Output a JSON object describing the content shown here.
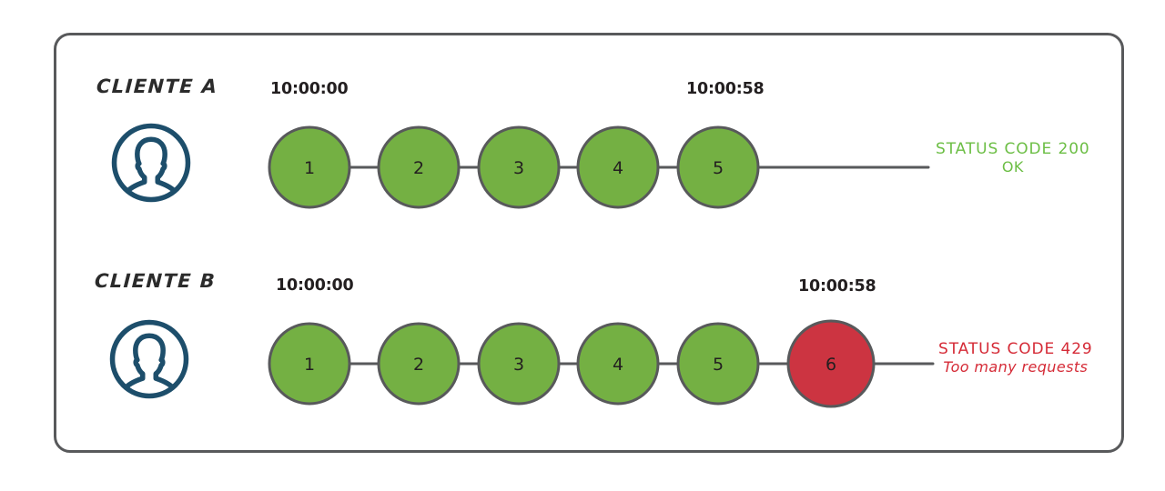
{
  "diagram": {
    "title_hidden": "Rate limiting request sequence diagram",
    "frame": {
      "border_color": "#58595b"
    },
    "palette": {
      "green": "#74b043",
      "red": "#cc3441",
      "outline": "#58595b",
      "avatar_blue": "#1d4e6b",
      "status_green": "#6cbe45",
      "status_red": "#d52b37"
    },
    "rows": [
      {
        "id": "client-a",
        "label": "CLIENTE A",
        "avatar_icon": "user-avatar-icon",
        "time_start": "10:00:00",
        "time_end": "10:00:58",
        "requests": [
          {
            "n": "1",
            "state": "ok"
          },
          {
            "n": "2",
            "state": "ok"
          },
          {
            "n": "3",
            "state": "ok"
          },
          {
            "n": "4",
            "state": "ok"
          },
          {
            "n": "5",
            "state": "ok"
          }
        ],
        "status": {
          "code": "STATUS CODE 200",
          "detail": "OK",
          "color": "#6cbe45"
        }
      },
      {
        "id": "client-b",
        "label": "CLIENTE B",
        "avatar_icon": "user-avatar-icon",
        "time_start": "10:00:00",
        "time_end": "10:00:58",
        "requests": [
          {
            "n": "1",
            "state": "ok"
          },
          {
            "n": "2",
            "state": "ok"
          },
          {
            "n": "3",
            "state": "ok"
          },
          {
            "n": "4",
            "state": "ok"
          },
          {
            "n": "5",
            "state": "ok"
          },
          {
            "n": "6",
            "state": "blocked"
          }
        ],
        "status": {
          "code": "STATUS CODE 429",
          "detail": "Too many requests",
          "color": "#d52b37"
        }
      }
    ]
  }
}
